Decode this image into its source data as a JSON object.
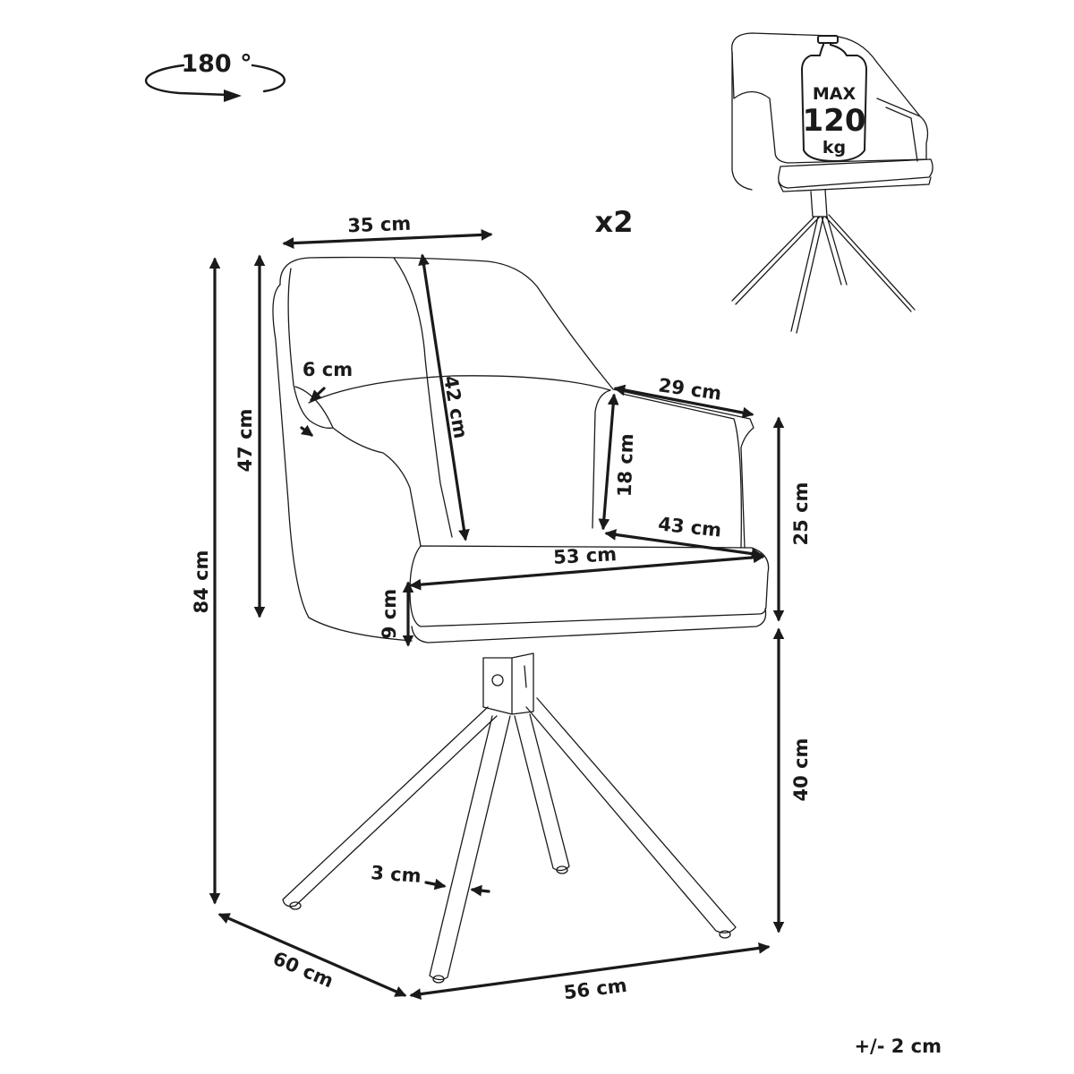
{
  "rotation": {
    "label": "180 °"
  },
  "quantity": "x2",
  "max_load": {
    "line1": "MAX",
    "line2": "120",
    "line3": "kg"
  },
  "dimensions": {
    "backrest_width": "35 cm",
    "back_height": "47 cm",
    "total_height": "84 cm",
    "backrest_height": "42 cm",
    "back_depth": "6 cm",
    "armrest_length": "29 cm",
    "armrest_height": "18 cm",
    "armrest_total": "25 cm",
    "seat_depth": "43 cm",
    "seat_width": "53 cm",
    "seat_thickness": "9 cm",
    "seat_height": "40 cm",
    "leg_width": "3 cm",
    "depth": "60 cm",
    "width": "56 cm"
  },
  "tolerance": "+/- 2 cm"
}
